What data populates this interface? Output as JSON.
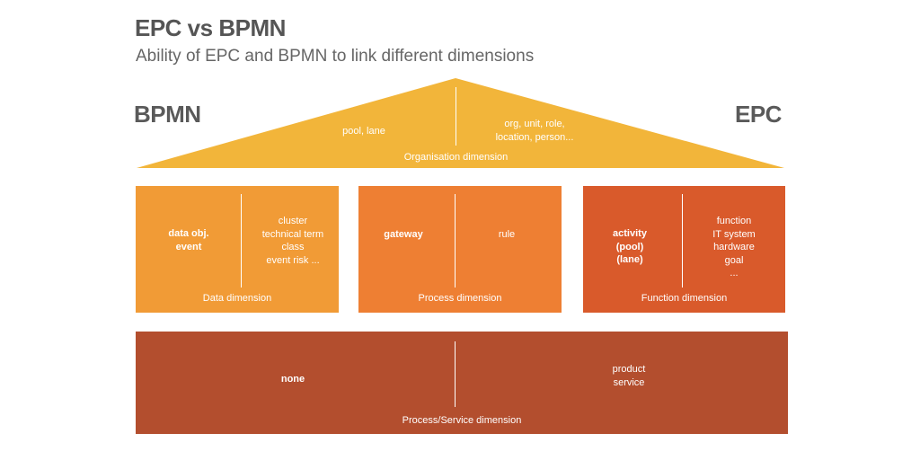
{
  "header": {
    "title": "EPC vs BPMN",
    "subtitle": "Ability of EPC and BPMN to link different dimensions"
  },
  "sides": {
    "left": "BPMN",
    "right": "EPC"
  },
  "organisation": {
    "bpmn": "pool, lane",
    "epc_lines": [
      "org, unit, role,",
      "location, person..."
    ],
    "dimension": "Organisation dimension"
  },
  "data": {
    "bpmn_lines": [
      "data obj.",
      "event"
    ],
    "epc_lines": [
      "cluster",
      "technical term",
      "class",
      "event risk ..."
    ],
    "dimension": "Data dimension"
  },
  "process": {
    "bpmn": "gateway",
    "epc": "rule",
    "dimension": "Process dimension"
  },
  "function": {
    "bpmn_lines": [
      "activity",
      "(pool)",
      "(lane)"
    ],
    "epc_lines": [
      "function",
      "IT system",
      "hardware",
      "goal",
      "..."
    ],
    "dimension": "Function dimension"
  },
  "service": {
    "bpmn": "none",
    "epc_lines": [
      "product",
      "service"
    ],
    "dimension": "Process/Service dimension"
  },
  "colors": {
    "roof": "#f2b53a",
    "data": "#f19b36",
    "process": "#ee7f33",
    "function": "#d95a2b",
    "service": "#b34e2e"
  }
}
